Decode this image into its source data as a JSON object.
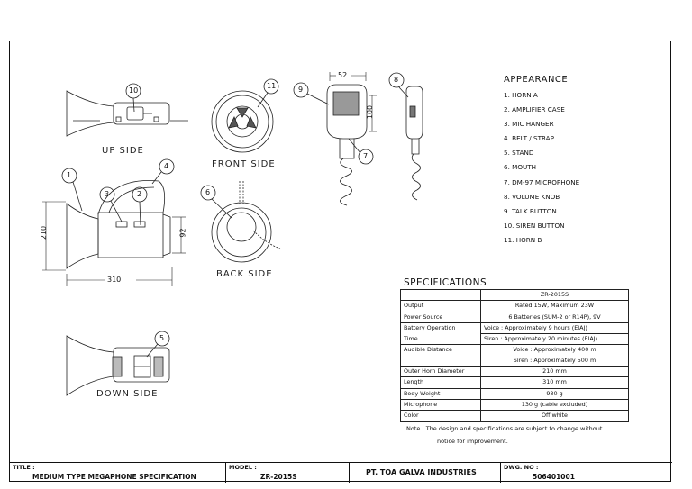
{
  "views": {
    "up_side": "UP SIDE",
    "front_side": "FRONT SIDE",
    "back_side": "BACK SIDE",
    "down_side": "DOWN SIDE"
  },
  "dimensions": {
    "width_overall": "310",
    "height_overall": "210",
    "diameter_rear": "92",
    "mic_width": "52",
    "mic_height": "100"
  },
  "callouts": [
    "1",
    "2",
    "3",
    "4",
    "5",
    "6",
    "7",
    "8",
    "9",
    "10",
    "11"
  ],
  "appearance": {
    "heading": "APPEARANCE",
    "items": [
      "1. HORN A",
      "2. AMPLIFIER CASE",
      "3. MIC HANGER",
      "4. BELT / STRAP",
      "5. STAND",
      "6. MOUTH",
      "7. DM-97 MICROPHONE",
      "8. VOLUME KNOB",
      "9. TALK BUTTON",
      "10. SIREN BUTTON",
      "11. HORN B"
    ]
  },
  "specifications": {
    "heading": "SPECIFICATIONS",
    "model_header": "ZR-2015S",
    "output_k": "Output",
    "output_v": "Rated 15W, Maximum 23W",
    "power_k": "Power Source",
    "power_v": "6 Batteries (SUM-2 or R14P), 9V",
    "battery_k": "Battery Operation",
    "battery_v": "Voice : Approximately 9 hours (EIAJ)",
    "time_k": "Time",
    "time_v": "Siren : Approximately 20 minutes (EIAJ)",
    "audible_k": "Audible Distance",
    "audible_v1": "Voice : Approximately 400 m",
    "audible_v2": "Siren : Approximately 500 m",
    "outer_k": "Outer Horn Diameter",
    "outer_v": "210 mm",
    "length_k": "Length",
    "length_v": "310 mm",
    "weight_k": "Body Weight",
    "weight_v": "980 g",
    "mic_k": "Microphone",
    "mic_v": "130 g (cable excluded)",
    "color_k": "Color",
    "color_v": "Off white",
    "note_line1": "Note : The design and specifications are subject to change without",
    "note_line2": "notice for improvement."
  },
  "title_block": {
    "title_caption": "TITLE :",
    "title_value": "MEDIUM TYPE MEGAPHONE SPECIFICATION",
    "model_caption": "MODEL :",
    "model_value": "ZR-2015S",
    "company": "PT. TOA GALVA INDUSTRIES",
    "dwg_caption": "DWG. NO :",
    "dwg_value": "506401001"
  }
}
